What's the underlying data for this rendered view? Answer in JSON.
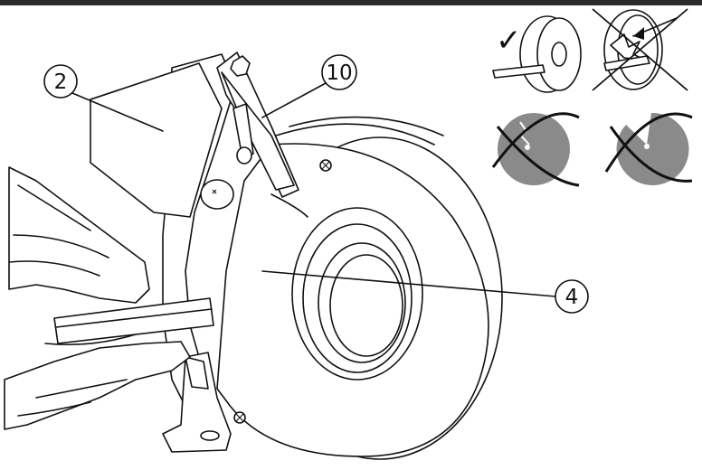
{
  "callouts": {
    "guard": "2",
    "spark_deflector": "10",
    "grinding_wheel": "4"
  },
  "inset": {
    "ok_mark": "✓"
  },
  "colors": {
    "line": "#111111",
    "disc_gray": "#8a8a8a",
    "top_bar": "#2b2b2b"
  }
}
